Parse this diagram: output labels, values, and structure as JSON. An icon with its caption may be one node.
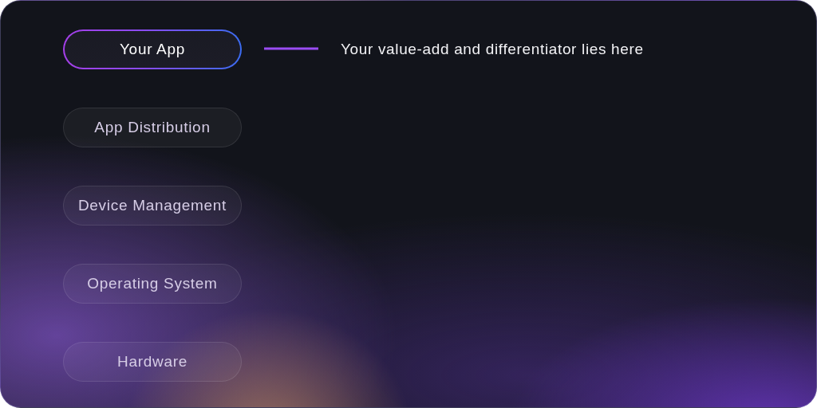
{
  "diagram": {
    "nodes": [
      {
        "text": [
          "Your App"
        ]
      },
      {
        "text": [
          "App Distribution"
        ]
      },
      {
        "text": [
          "Device Management"
        ]
      },
      {
        "text": [
          "Operating System"
        ]
      },
      {
        "text": [
          "Hardware"
        ]
      },
      {
        "text": [
          "Your value-add and differentiator lies here"
        ]
      }
    ],
    "edges": [
      {
        "from": 5,
        "to": 0,
        "arrow": "none"
      }
    ]
  }
}
